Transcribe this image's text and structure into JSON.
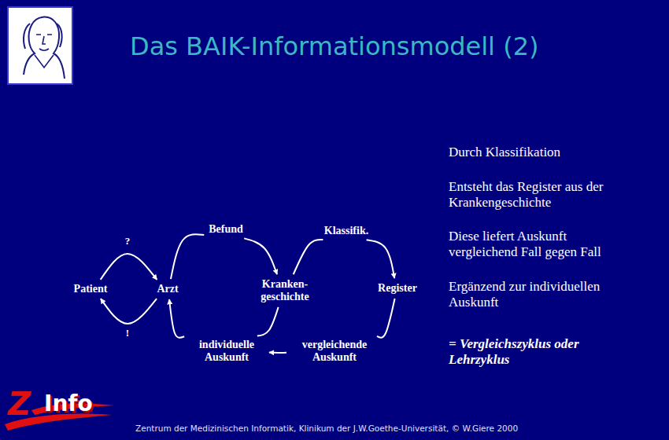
{
  "diagram": {
    "title": "Das BAIK-Informationsmodell (2)",
    "nodes": [
      {
        "text": [
          "Patient"
        ]
      },
      {
        "text": [
          "Arzt"
        ]
      },
      {
        "text": [
          "Befund"
        ]
      },
      {
        "text": [
          "Klassifik."
        ]
      },
      {
        "text": [
          "Kranken- geschichte"
        ]
      },
      {
        "text": [
          "Register"
        ]
      },
      {
        "text": [
          "individuelle Auskunft"
        ]
      },
      {
        "text": [
          "vergleichende Auskunft"
        ]
      }
    ],
    "edges": [
      {
        "from": 0,
        "to": 1,
        "label": "?",
        "arrow": "to"
      },
      {
        "from": 1,
        "to": 0,
        "label": "!",
        "arrow": "to"
      },
      {
        "from": 1,
        "to": 2,
        "arrow": "none"
      },
      {
        "from": 2,
        "to": 4,
        "arrow": "to"
      },
      {
        "from": 4,
        "to": 3,
        "arrow": "none"
      },
      {
        "from": 3,
        "to": 5,
        "arrow": "to"
      },
      {
        "from": 5,
        "to": 7,
        "arrow": "none"
      },
      {
        "from": 7,
        "to": 6,
        "arrow": "to"
      },
      {
        "from": 4,
        "to": 6,
        "arrow": "none"
      },
      {
        "from": 6,
        "to": 1,
        "arrow": "to"
      }
    ],
    "labels": [
      "Durch Klassifikation",
      "Entsteht das Register aus der Krankengeschichte",
      "Diese liefert Auskunft vergleichend Fall gegen Fall",
      "Ergänzend zur individuellen Auskunft",
      "= Vergleichszyklus oder Lehrzyklus",
      "Z",
      "Info",
      "Zentrum der Medizinischen Informatik, Klinikum der J.W.Goethe-Universität, © W.Giere 2000"
    ]
  }
}
